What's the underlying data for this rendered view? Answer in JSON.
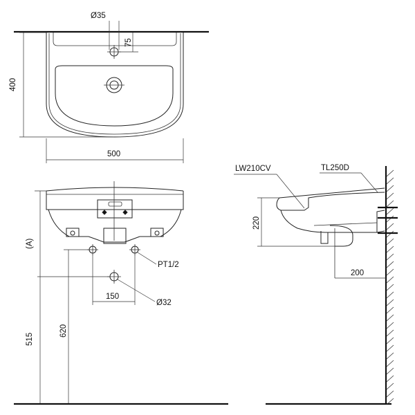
{
  "labels": {
    "hole_diameter": "Ø35",
    "hole_offset": "75",
    "depth": "400",
    "width": "500",
    "mount_height_a": "(A)",
    "supply_thread": "PT1/2",
    "supply_spacing": "150",
    "drain_diameter": "Ø32",
    "floor_to_drain": "515",
    "floor_to_supply": "620",
    "basin_model": "LW210CV",
    "pedestal_model": "TL250D",
    "basin_height": "220",
    "drain_projection": "200"
  }
}
